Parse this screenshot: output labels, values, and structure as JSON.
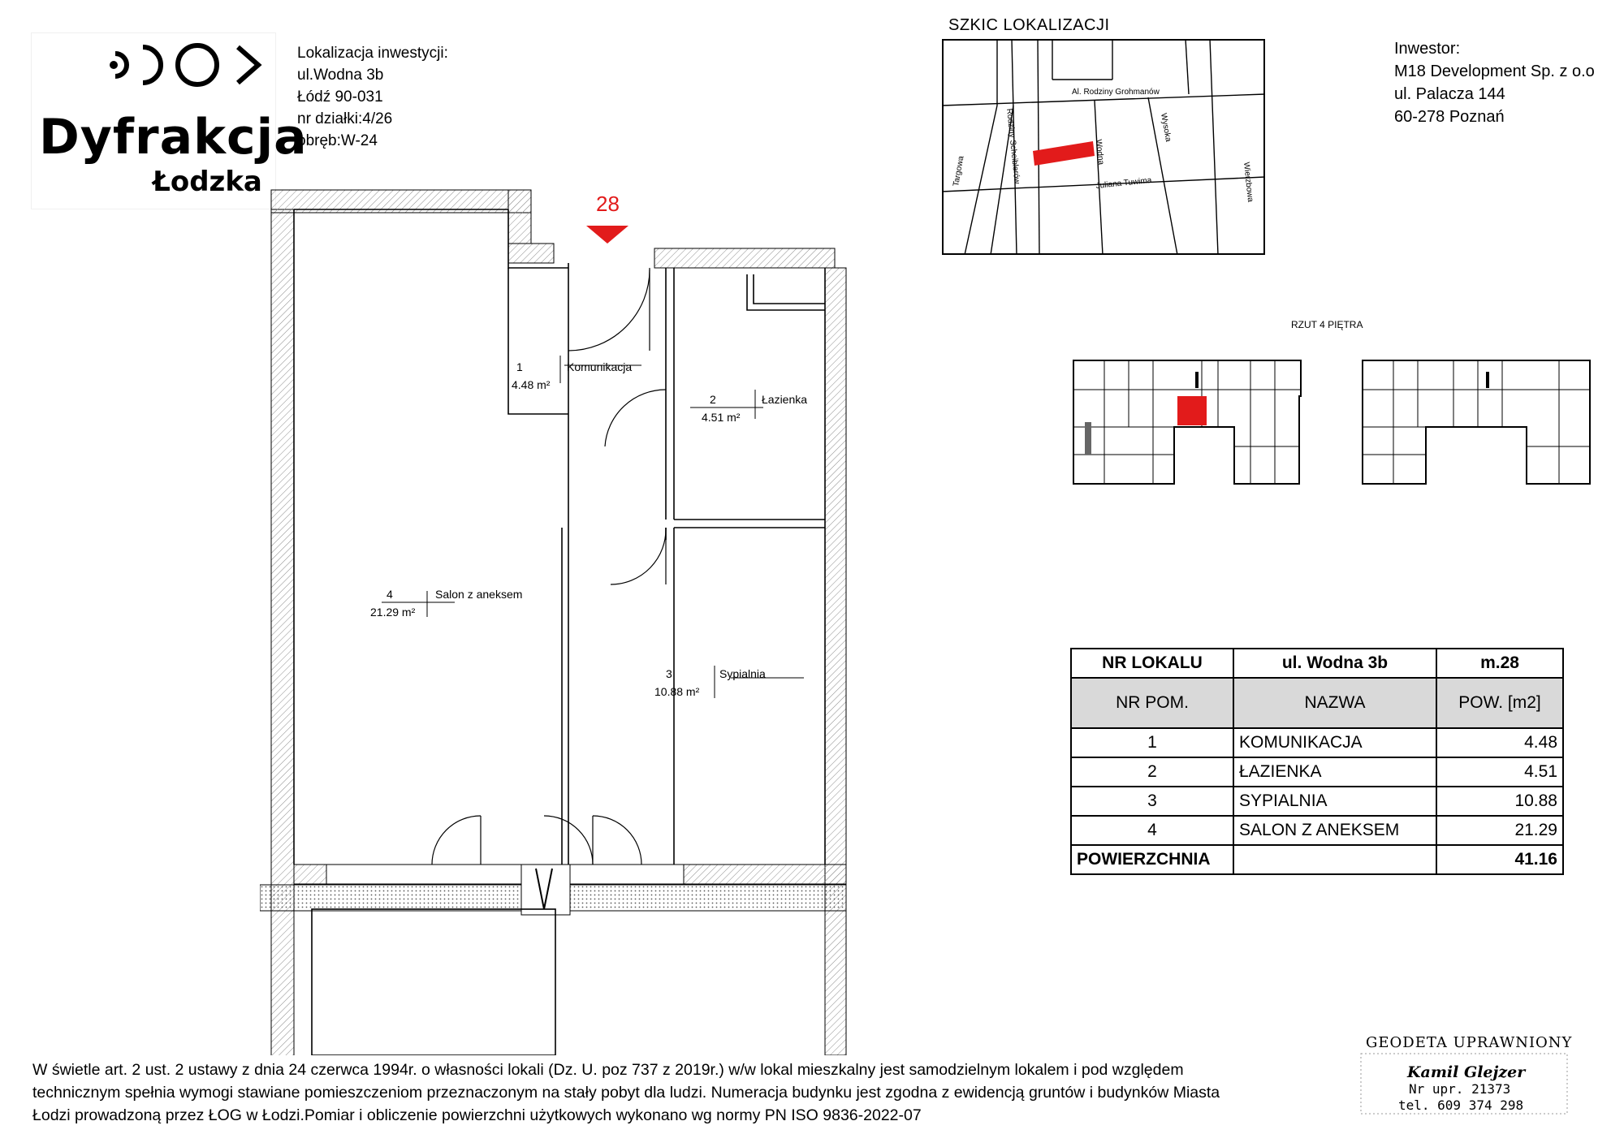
{
  "logo": {
    "name": "Dyfrakcja",
    "sub": "Łodzka",
    "mark_icon": "dyfrakcja-logo-icon"
  },
  "location": {
    "lines": [
      "Lokalizacja inwestycji:",
      "ul.Wodna 3b",
      "Łódź 90-031",
      "nr działki:4/26",
      "obręb:W-24"
    ]
  },
  "investor": {
    "lines": [
      "Inwestor:",
      "M18 Development Sp. z o.o",
      "ul. Palacza 144",
      "60-278 Poznań"
    ]
  },
  "map": {
    "title": "SZKIC LOKALIZACJI",
    "streets": [
      "Al. Rodziny Grohmanów",
      "Rodziny Scheiblerów",
      "Wodna",
      "Wysoka",
      "Targowa",
      "Juliana Tuwima",
      "Wierzbowa"
    ]
  },
  "floor_overview": {
    "title": "RZUT 4 PIĘTRA"
  },
  "plan": {
    "unit_number": "28",
    "rooms": [
      {
        "no": "1",
        "name": "Komunikacja",
        "area": "4.48 m²"
      },
      {
        "no": "2",
        "name": "Łazienka",
        "area": "4.51 m²"
      },
      {
        "no": "3",
        "name": "Sypialnia",
        "area": "10.88 m²"
      },
      {
        "no": "4",
        "name": "Salon z aneksem",
        "area": "21.29 m²"
      }
    ]
  },
  "table": {
    "header": [
      "NR LOKALU",
      "ul. Wodna 3b",
      "m.28"
    ],
    "subheader": [
      "NR  POM.",
      "NAZWA",
      "POW. [m2]"
    ],
    "rows": [
      [
        "1",
        "KOMUNIKACJA",
        "4.48"
      ],
      [
        "2",
        "ŁAZIENKA",
        "4.51"
      ],
      [
        "3",
        "SYPIALNIA",
        "10.88"
      ],
      [
        "4",
        "SALON Z ANEKSEM",
        "21.29"
      ]
    ],
    "total": [
      "POWIERZCHNIA",
      "",
      "41.16"
    ]
  },
  "footer": {
    "lines": [
      "W świetle art. 2 ust. 2 ustawy z dnia 24 czerwca 1994r. o własności lokali (Dz. U. poz 737 z 2019r.) w/w lokal mieszkalny  jest samodzielnym lokalem i pod względem",
      "technicznym spełnia wymogi stawiane pomieszczeniom przeznaczonym na  stały pobyt  dla ludzi.  Numeracja budynku jest zgodna z ewidencją gruntów i budynków Miasta",
      "Łodzi prowadzoną przez ŁOG w Łodzi.Pomiar i obliczenie powierzchni użytkowych wykonano wg normy PN ISO 9836-2022-07"
    ]
  },
  "stamp": {
    "lines": [
      "GEODETA UPRAWNIONY",
      "Kamil Glejzer",
      "Nr upr. 21373",
      "tel. 609 374 298"
    ]
  },
  "colors": {
    "highlight": "#e21b1b",
    "table_header_bg": "#d9d9d9",
    "hatch": "#9a9a9a"
  }
}
